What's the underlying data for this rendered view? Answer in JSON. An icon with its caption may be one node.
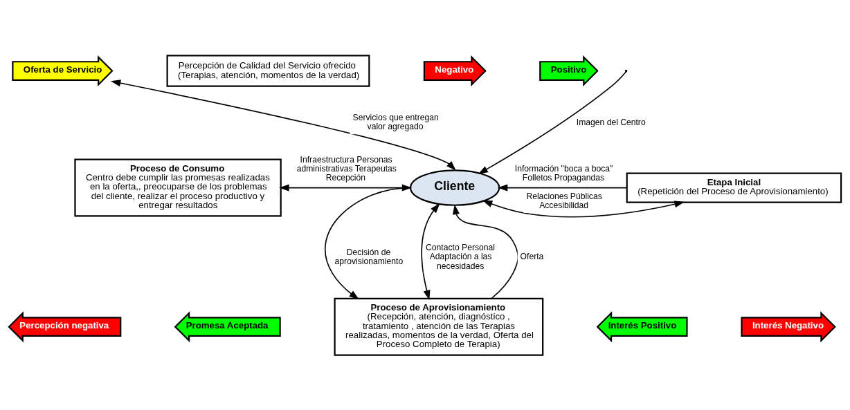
{
  "diagram": {
    "nodes": [
      {
        "text": [
          "Percepción de Calidad del Servicio ofrecido (Terapias, atención, momentos de la verdad)"
        ]
      },
      {
        "text": [
          "Proceso de Consumo",
          "Centro debe cumplir las promesas realizadas en la oferta,, preocuparse de los problemas del cliente, realizar el proceso productivo y  entregar resultados"
        ]
      },
      {
        "text": [
          "Cliente"
        ]
      },
      {
        "text": [
          "Etapa Inicial",
          "(Repetición del Proceso de Aprovisionamiento)"
        ]
      },
      {
        "text": [
          "Proceso de Aprovisionamiento",
          "(Recepción, atención, diagnóstico , tratamiento , atención de las Terapias realizadas, momentos de la verdad, Oferta del Proceso Completo de Terapia)"
        ]
      },
      {
        "text": [
          "Oferta de Servicio"
        ]
      },
      {
        "text": [
          "Negativo"
        ]
      },
      {
        "text": [
          "Positivo"
        ]
      },
      {
        "text": [
          "Promesa Aceptada"
        ]
      },
      {
        "text": [
          "Percepción negativa"
        ]
      },
      {
        "text": [
          "Interés Positivo"
        ]
      },
      {
        "text": [
          "Interés Negativo"
        ]
      }
    ],
    "edges": [
      {
        "from": 5,
        "to": 2,
        "arrow": "both",
        "label": "Servicios que entregan valor agregado"
      },
      {
        "from": null,
        "to": 2,
        "arrow": "to",
        "label": "Imagen del Centro"
      },
      {
        "from": 3,
        "to": 2,
        "arrow": "to",
        "label": "Información \"boca a boca\" Folletos Propagandas"
      },
      {
        "from": 2,
        "to": 3,
        "arrow": "both",
        "label": "Relaciones Públicas Accesibilidad"
      },
      {
        "from": 1,
        "to": 2,
        "arrow": "both",
        "label": "Infraestructura Personas administrativas Terapeutas Recepción"
      },
      {
        "from": 2,
        "to": 4,
        "arrow": "to",
        "label": "Decisión de aprovisionamiento"
      },
      {
        "from": 4,
        "to": 2,
        "arrow": "to",
        "label": "Oferta"
      },
      {
        "from": 2,
        "to": 4,
        "arrow": "both",
        "label": "Contacto Personal Adaptación a las necesidades"
      }
    ]
  }
}
